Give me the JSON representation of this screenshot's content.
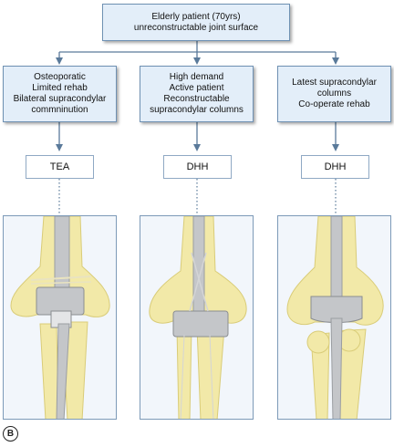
{
  "top": {
    "lines": [
      "Elderly patient (70yrs)",
      "unreconstructable joint surface"
    ]
  },
  "branches": [
    {
      "lines": [
        "Osteoporatic",
        "Limited rehab",
        "Bilateral supracondylar",
        "commninution"
      ],
      "result": "TEA"
    },
    {
      "lines": [
        "High demand",
        "Active patient",
        "Reconstructable",
        "supracondylar columns"
      ],
      "result": "DHH"
    },
    {
      "lines": [
        "Latest supracondylar",
        "columns",
        "Co-operate rehab"
      ],
      "result": "DHH"
    }
  ],
  "panel_label": "B",
  "colors": {
    "box_fill": "#e3eef9",
    "box_border": "#6f91b3",
    "arrow": "#5a7a9a",
    "bone": "#f2e9a8",
    "implant": "#c4c6c9"
  }
}
